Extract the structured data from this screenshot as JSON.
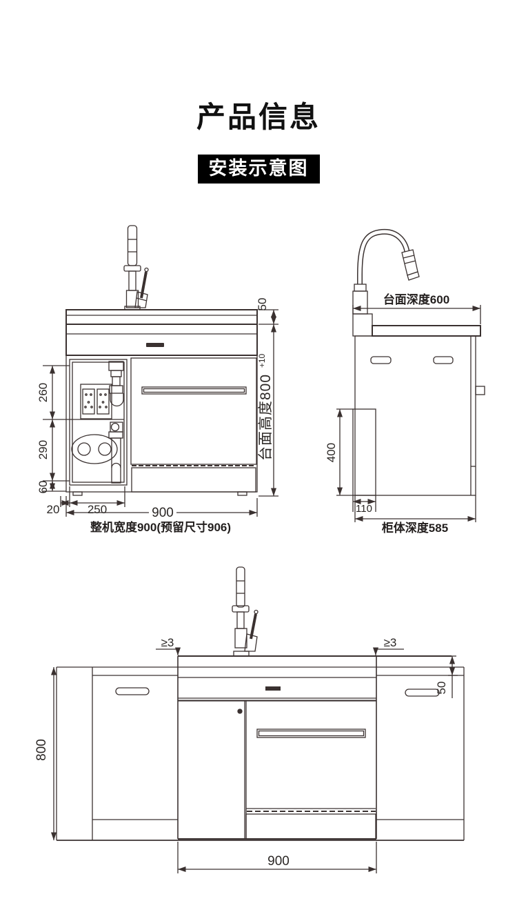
{
  "page": {
    "title": "产品信息",
    "section_badge": "安装示意图"
  },
  "colors": {
    "line": "#3a3130",
    "dim_text": "#2b2725",
    "badge_bg": "#000000",
    "badge_text": "#ffffff",
    "background": "#ffffff"
  },
  "front_view": {
    "caption": "整机宽度900(预留尺寸906)",
    "dims": {
      "counter_thickness": "50",
      "countertop_height_label": "台面高度800",
      "countertop_height_tolerance": "+10",
      "upper_section_height": "260",
      "middle_section_height": "290",
      "base_height": "60",
      "side_offset": "20",
      "compartment_width": "250",
      "unit_width": "900"
    }
  },
  "side_view": {
    "caption": "柜体深度585",
    "dims": {
      "counter_depth": "台面深度600",
      "tank_height": "400",
      "tank_depth": "110"
    }
  },
  "install_view": {
    "dims": {
      "gap_left": "≥3",
      "gap_right": "≥3",
      "counter_rise": "50",
      "cabinet_height": "800",
      "unit_width": "900"
    }
  }
}
